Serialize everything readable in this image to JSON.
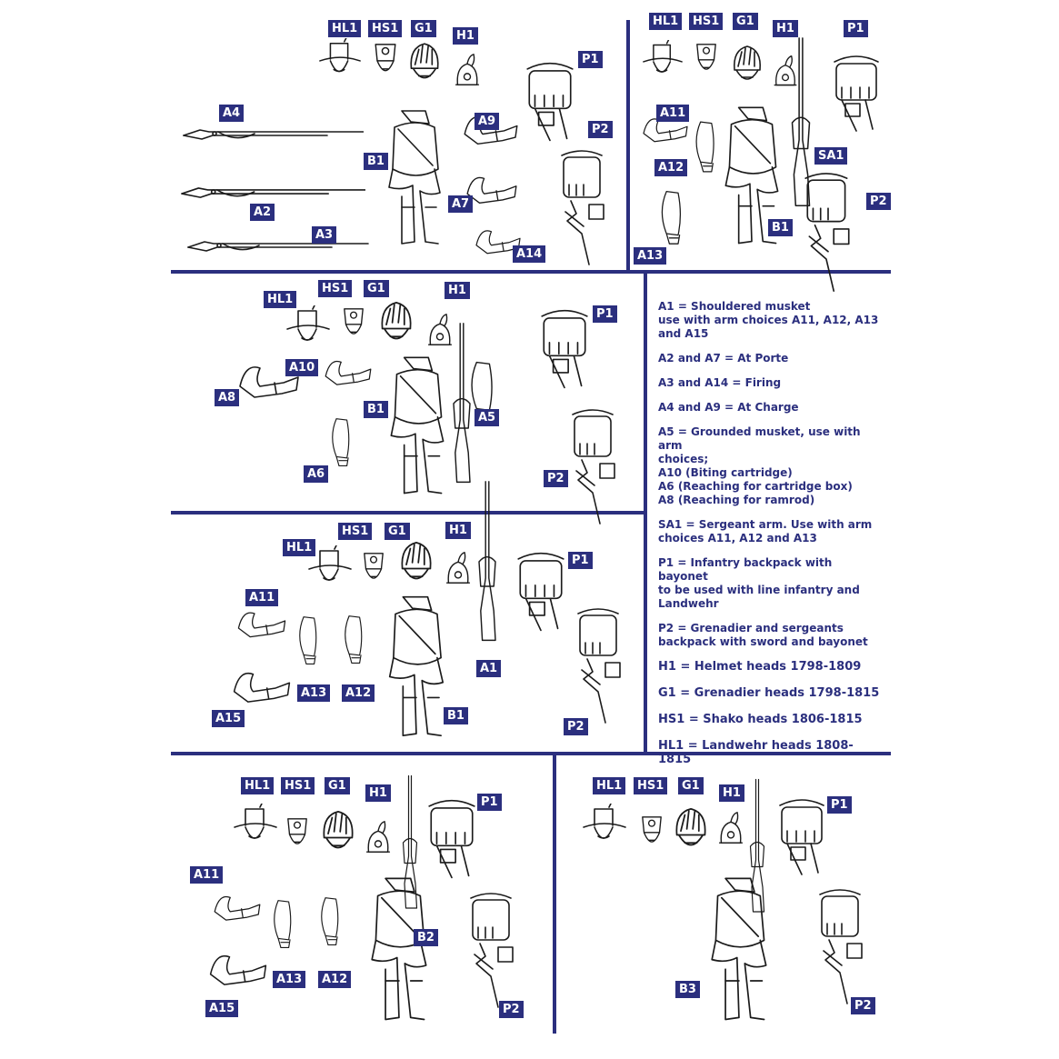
{
  "colors": {
    "accent": "#2b2f7e",
    "line_art": "#1b1b1b",
    "background": "#ffffff"
  },
  "part_labels": {
    "HL1": "HL1",
    "HS1": "HS1",
    "G1": "G1",
    "H1": "H1",
    "P1": "P1",
    "P2": "P2",
    "A1": "A1",
    "A2": "A2",
    "A3": "A3",
    "A4": "A4",
    "A5": "A5",
    "A6": "A6",
    "A7": "A7",
    "A8": "A8",
    "A9": "A9",
    "A10": "A10",
    "A11": "A11",
    "A12": "A12",
    "A13": "A13",
    "A14": "A14",
    "A15": "A15",
    "SA1": "SA1",
    "B1": "B1",
    "B2": "B2",
    "B3": "B3"
  },
  "legend": {
    "items": [
      "A1 = Shouldered musket\nuse with arm choices A11, A12, A13\nand A15",
      "A2 and A7 = At Porte",
      "A3 and A14 = Firing",
      "A4 and A9 = At Charge",
      "A5 = Grounded musket, use with arm\nchoices;\nA10 (Biting cartridge)\nA6 (Reaching for cartridge box)\nA8 (Reaching for ramrod)",
      "SA1 = Sergeant arm. Use with arm\nchoices A11, A12 and A13",
      "P1 = Infantry backpack with bayonet\nto be used with line infantry and\nLandwehr",
      "P2 = Grenadier and sergeants\nbackpack with sword and bayonet"
    ],
    "heads": [
      "H1 = Helmet heads 1798-1809",
      "G1 = Grenadier heads 1798-1815",
      "HS1 = Shako heads 1806-1815",
      "HL1 = Landwehr heads 1808-1815"
    ]
  }
}
